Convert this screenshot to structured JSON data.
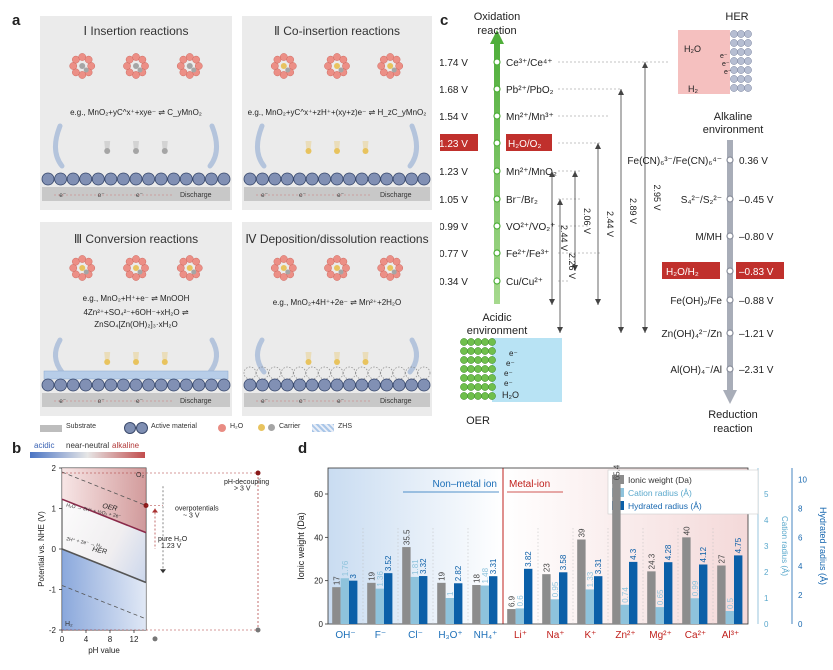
{
  "panels": {
    "a": {
      "letter": "a",
      "boxes": [
        {
          "title": "Ⅰ Insertion reactions",
          "equation": "e.g., MnO₂+yC^x⁺+xye⁻ ⇌ C_yMnO₂",
          "electrons": [
            "e⁻",
            "e⁻",
            "e⁻"
          ],
          "discharge": "Discharge"
        },
        {
          "title": "Ⅱ Co-insertion reactions",
          "equation": "e.g., MnO₂+yC^x⁺+zH⁺+(xy+z)e⁻ ⇌ H_zC_yMnO₂",
          "electrons": [
            "e⁻",
            "e⁻",
            "e⁻"
          ],
          "discharge": "Discharge"
        },
        {
          "title": "Ⅲ Conversion reactions",
          "equation": "e.g., MnO₂+H⁺+e⁻ ⇌ MnOOH",
          "equation2": "4Zn²⁺+SO₄²⁻+6OH⁻+xH₂O ⇌",
          "equation3": "ZnSO₄[Zn(OH)₂]₃·xH₂O",
          "electrons": [
            "e⁻",
            "e⁻",
            "e⁻"
          ],
          "discharge": "Discharge"
        },
        {
          "title": "Ⅳ Deposition/dissolution reactions",
          "equation": "e.g., MnO₂+4H⁺+2e⁻ ⇌ Mn²⁺+2H₂O",
          "electrons": [
            "e⁻",
            "e⁻",
            "e⁻"
          ],
          "discharge": "Discharge"
        }
      ],
      "legend": {
        "substrate": "Substrate",
        "active": "Active material",
        "h2o": "H₂O",
        "carrier": "Carrier",
        "zhs": "ZHS"
      }
    },
    "b": {
      "letter": "b",
      "top_labels": {
        "acidic": "acidic",
        "neutral": "near-neutral",
        "alkaline": "alkaline"
      },
      "ylabel": "Potential vs. NHE (V)",
      "xlabel": "pH value",
      "yticks": [
        "2",
        "1",
        "0",
        "-1",
        "-2"
      ],
      "xticks": [
        "0",
        "4",
        "8",
        "12"
      ],
      "o2": "O₂",
      "h2": "H₂",
      "oer": "OER",
      "her": "HER",
      "oer_eq": "H₂O → 2H⁺ + ½O₂ + 2e⁻",
      "her_eq": "2H⁺ + 2e⁻ → H₂",
      "overpotentials": "overpotentials",
      "over_val": "~ 3 V",
      "pure_h2o": "pure H₂O",
      "pure_val": "1.23 V",
      "decoupling": "pH-decoupling",
      "decoupling_val": "> 3 V"
    },
    "c": {
      "letter": "c",
      "oxidation": "Oxidation",
      "reaction": "reaction",
      "acidic": "Acidic",
      "environment": "environment",
      "oer": "OER",
      "her_title": "HER",
      "alkaline": "Alkaline",
      "reduction": "Reduction",
      "left_couples": [
        {
          "v": "1.74 V",
          "couple": "Ce³⁺/Ce⁴⁺"
        },
        {
          "v": "1.68 V",
          "couple": "Pb²⁺/PbO₂"
        },
        {
          "v": "1.54 V",
          "couple": "Mn²⁺/Mn³⁺"
        },
        {
          "v": "1.23 V",
          "couple": "H₂O/O₂"
        },
        {
          "v": "1.23 V",
          "couple": "Mn²⁺/MnO₂"
        },
        {
          "v": "1.05 V",
          "couple": "Br⁻/Br₂"
        },
        {
          "v": "0.99 V",
          "couple": "VO²⁺/VO₂⁺"
        },
        {
          "v": "0.77 V",
          "couple": "Fe²⁺/Fe³⁺"
        },
        {
          "v": "0.34 V",
          "couple": "Cu/Cu²⁺"
        }
      ],
      "right_couples": [
        {
          "v": "0.36 V",
          "couple": "Fe(CN)₆³⁻/Fe(CN)₆⁴⁻"
        },
        {
          "v": "–0.45 V",
          "couple": "S₄²⁻/S₂²⁻"
        },
        {
          "v": "–0.80 V",
          "couple": "M/MH"
        },
        {
          "v": "–0.83 V",
          "couple": "H₂O/H₂"
        },
        {
          "v": "–0.88 V",
          "couple": "Fe(OH)₂/Fe"
        },
        {
          "v": "–1.21 V",
          "couple": "Zn(OH)₄²⁻/Zn"
        },
        {
          "v": "–2.31 V",
          "couple": "Al(OH)₄⁻/Al"
        }
      ],
      "gaps": [
        "2.95 V",
        "2.89 V",
        "2.44 V",
        "2.06 V",
        "2.44 V",
        "2.26 V"
      ]
    },
    "d": {
      "letter": "d",
      "legend": {
        "weight": "Ionic weight (Da)",
        "cation": "Cation radius (Å)",
        "hydrated": "Hydrated radius (Å)"
      },
      "group_nonmetal": "Non–metal ion",
      "group_metal": "Metal-ion",
      "ylabel_left": "Ionic weight (Da)",
      "ylabel_mid": "Cation radius (Å)",
      "ylabel_right": "Hydrated radius (Å)"
    }
  },
  "chart_data": {
    "type": "bar",
    "categories": [
      "OH⁻",
      "F⁻",
      "Cl⁻",
      "H₃O⁺",
      "NH₄⁺",
      "Li⁺",
      "Na⁺",
      "K⁺",
      "Zn²⁺",
      "Mg²⁺",
      "Ca²⁺",
      "Al³⁺"
    ],
    "series": [
      {
        "name": "Ionic weight (Da)",
        "axis": "left",
        "values": [
          17,
          19,
          35.5,
          19,
          18,
          6.9,
          23,
          39,
          65.4,
          24.3,
          40,
          27
        ],
        "labels": [
          "17",
          "19",
          "35.5",
          "19",
          "18",
          "6.9",
          "23",
          "39",
          "65.4",
          "24.3",
          "40",
          "27"
        ]
      },
      {
        "name": "Cation radius (Å)",
        "axis": "middle",
        "values": [
          1.76,
          1.36,
          1.81,
          1.0,
          1.48,
          0.6,
          0.95,
          1.33,
          0.74,
          0.65,
          0.99,
          0.5
        ],
        "labels": [
          "1.76",
          "1.36",
          "1.81",
          "1",
          "1.48",
          "0.6",
          "0.95",
          "1.33",
          "0.74",
          "0.65",
          "0.99",
          "0.5"
        ]
      },
      {
        "name": "Hydrated radius (Å)",
        "axis": "right",
        "values": [
          3,
          3.52,
          3.32,
          2.82,
          3.31,
          3.82,
          3.58,
          3.31,
          4.3,
          4.28,
          4.12,
          4.75
        ],
        "labels": [
          "3",
          "3.52",
          "3.32",
          "2.82",
          "3.31",
          "3.82",
          "3.58",
          "3.31",
          "4.3",
          "4.28",
          "4.12",
          "4.75"
        ]
      }
    ],
    "left_axis": {
      "label": "Ionic weight (Da)",
      "ticks": [
        0,
        20,
        40,
        60
      ],
      "range": [
        0,
        72
      ]
    },
    "mid_axis": {
      "label": "Cation radius (Å)",
      "ticks": [
        0,
        1,
        2,
        3,
        4,
        5
      ],
      "range": [
        0,
        6
      ]
    },
    "right_axis": {
      "label": "Hydrated radius (Å)",
      "ticks": [
        0,
        2,
        4,
        6,
        8,
        10
      ],
      "range": [
        0,
        10.8
      ]
    },
    "colors": {
      "weight": "#8c8c8c",
      "cation": "#8ec3dc",
      "hydrated": "#0b5fa8",
      "metal_text": "#c0201c",
      "nonmetal_text": "#1c6fb8"
    }
  }
}
